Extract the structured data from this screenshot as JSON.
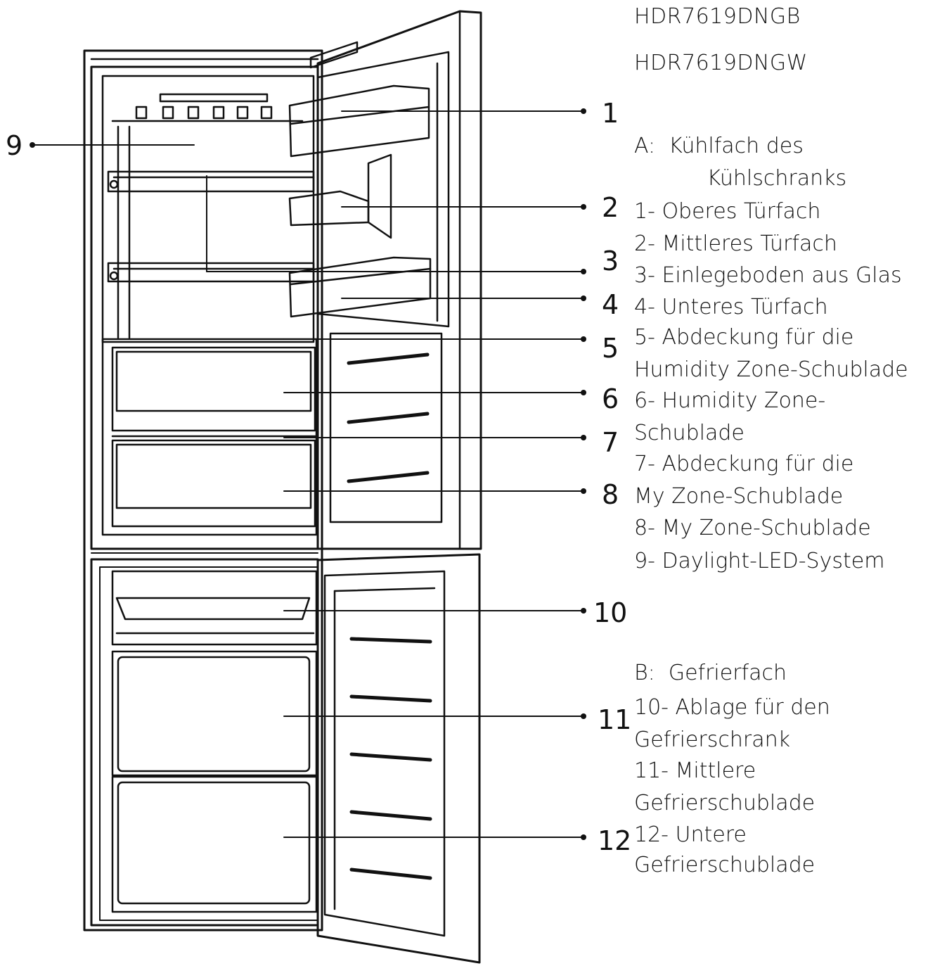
{
  "models": [
    "HDR7619DNGB",
    "HDR7619DNGW"
  ],
  "callouts": [
    "1",
    "2",
    "3",
    "4",
    "5",
    "6",
    "7",
    "8",
    "9",
    "10",
    "11",
    "12"
  ],
  "legend": {
    "section_a_lines": [
      "A:  Kühlfach des",
      "     Kühlschranks"
    ],
    "items_a": [
      "1- Oberes Türfach",
      "2- Mittleres Türfach",
      "3- Einlegeboden aus Glas",
      "4- Unteres Türfach",
      "5- Abdeckung für die",
      "Humidity Zone-Schublade",
      "6- Humidity Zone-",
      "Schublade",
      "7- Abdeckung für die",
      "My Zone-Schublade",
      "8- My Zone-Schublade",
      "9- Daylight-LED-System"
    ],
    "section_b": "B:  Gefrierfach",
    "items_b": [
      "10- Ablage für den",
      "Gefrierschrank",
      "11- Mittlere",
      "Gefrierschublade",
      "12- Untere",
      "Gefrierschublade"
    ]
  }
}
